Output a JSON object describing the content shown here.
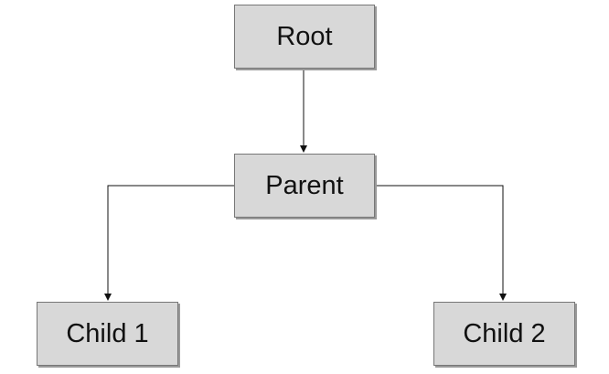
{
  "diagram": {
    "nodes": {
      "root": "Root",
      "parent": "Parent",
      "child1": "Child 1",
      "child2": "Child 2"
    },
    "edges": [
      {
        "from": "Root",
        "to": "Parent"
      },
      {
        "from": "Parent",
        "to": "Child 1"
      },
      {
        "from": "Parent",
        "to": "Child 2"
      }
    ]
  }
}
